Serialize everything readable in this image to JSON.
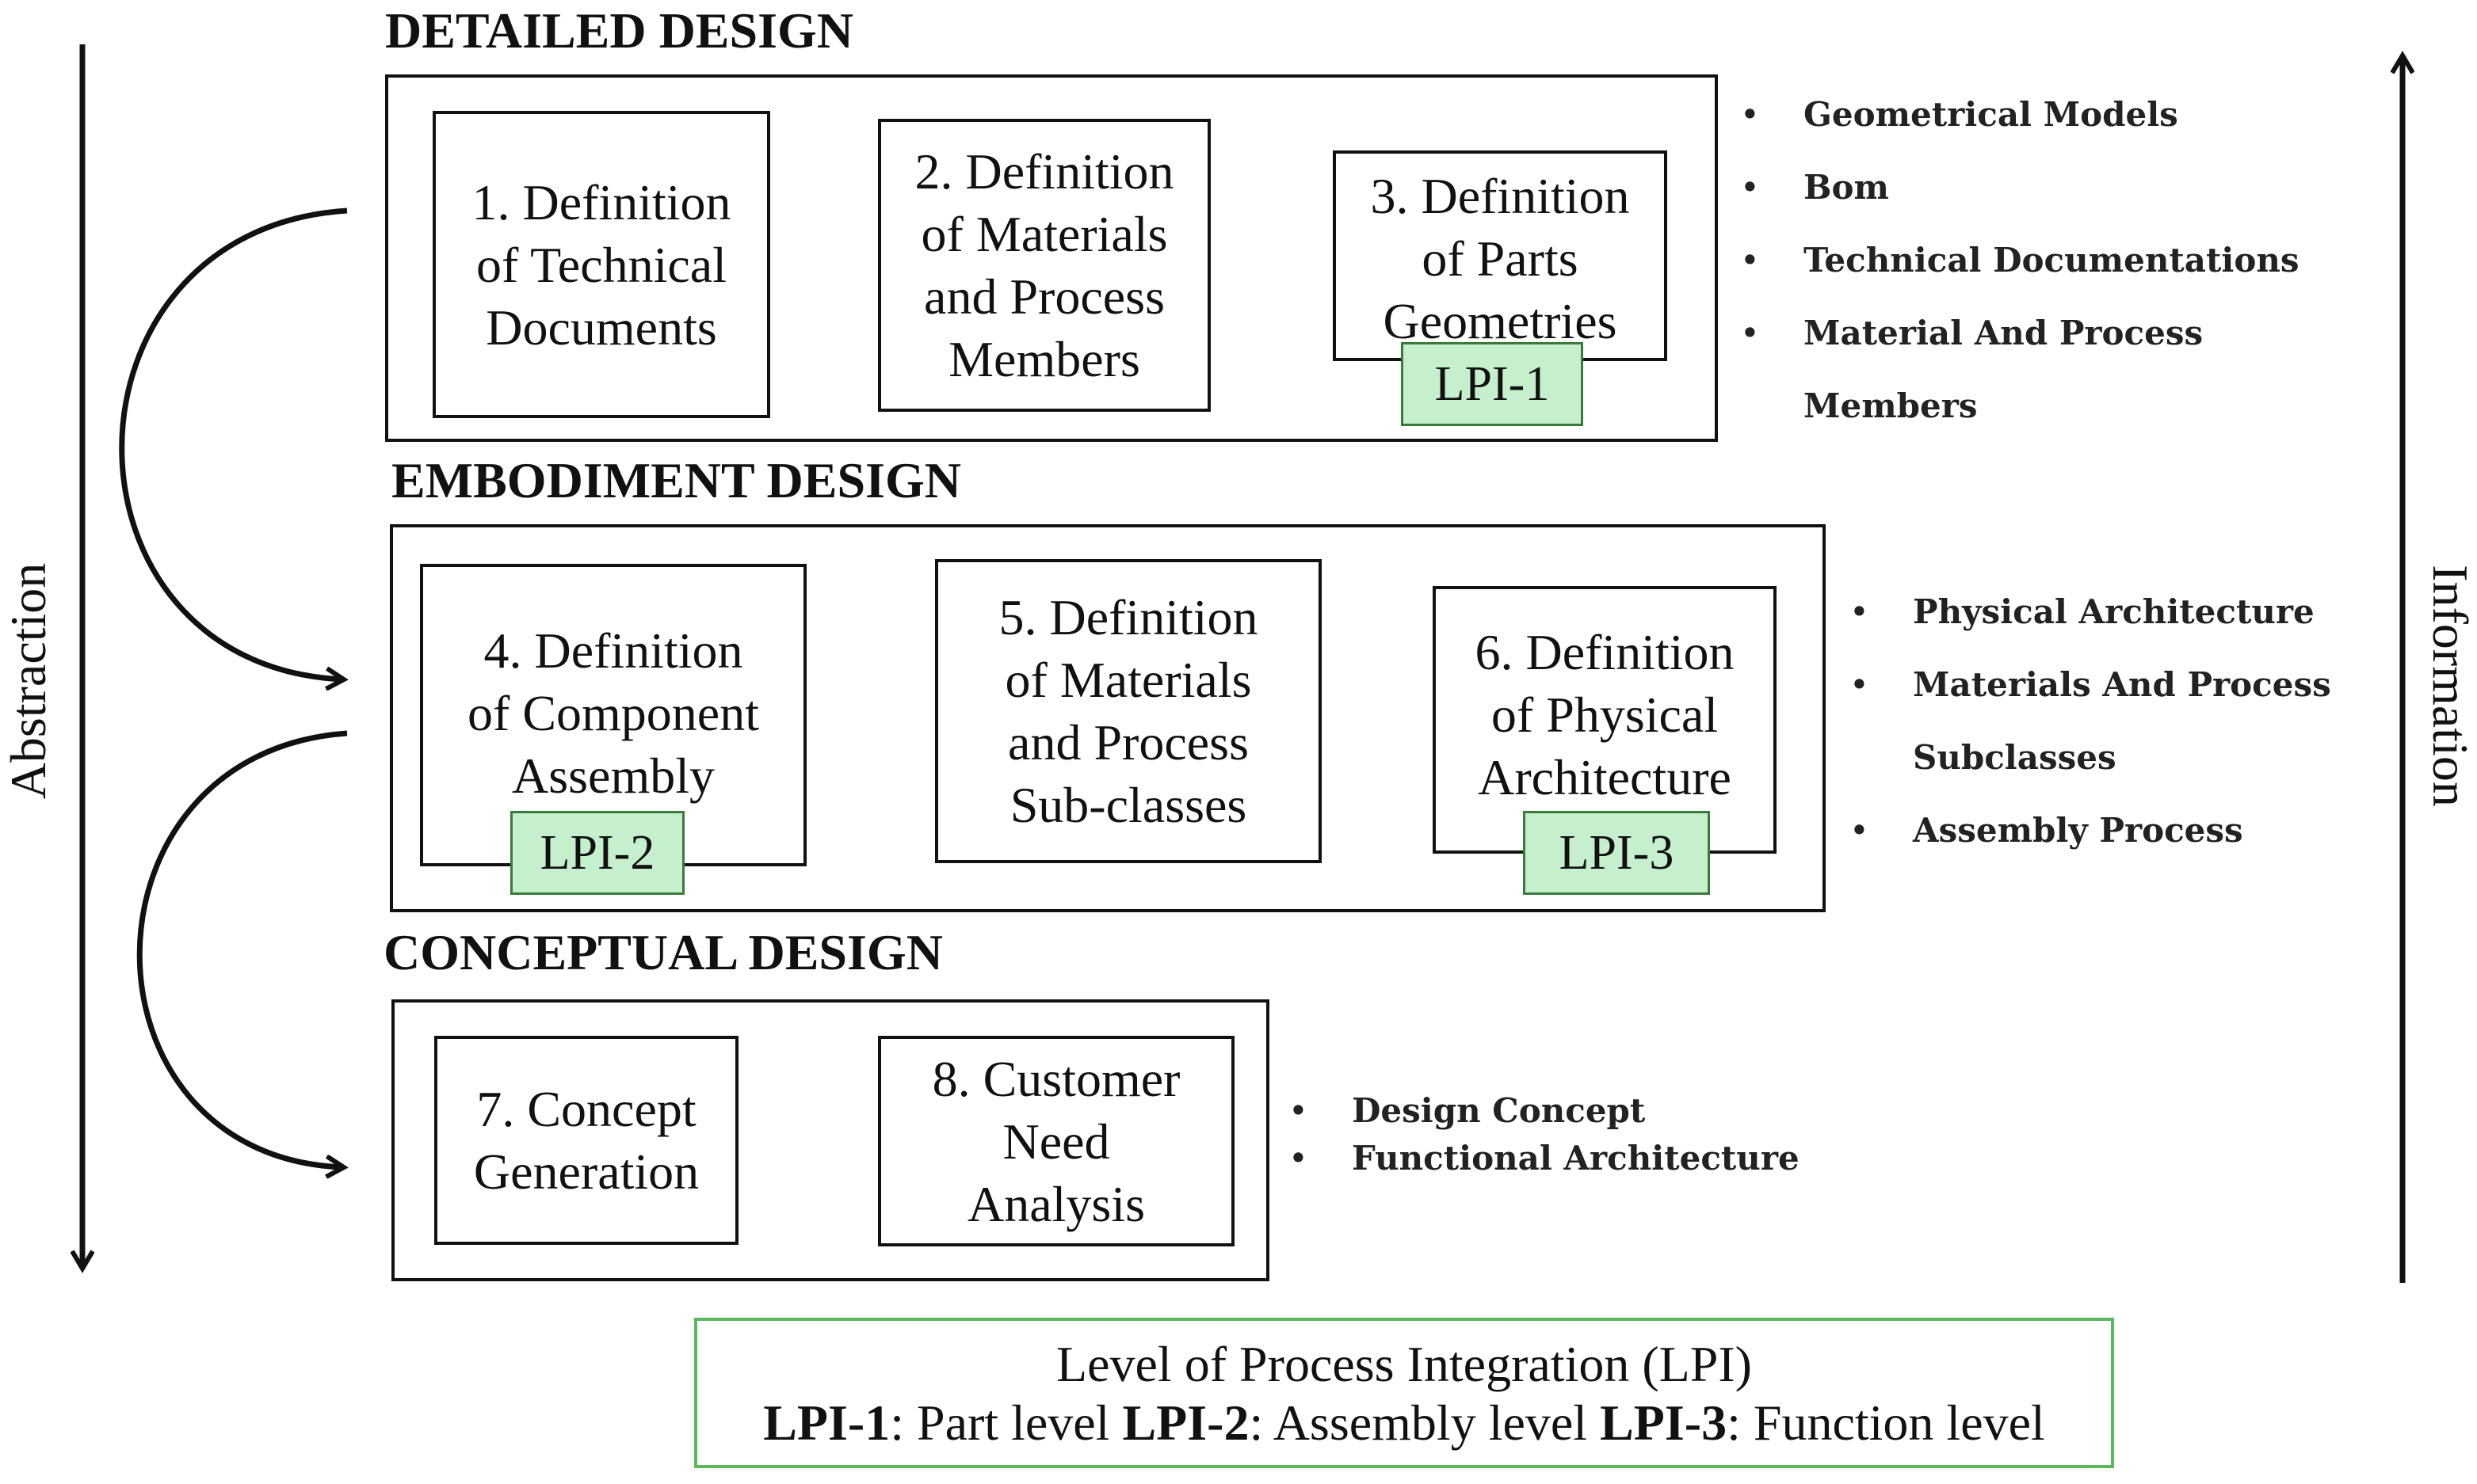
{
  "sections": {
    "detailed": {
      "title": "DETAILED DESIGN",
      "boxes": [
        "1. Definition\nof Technical\nDocuments",
        "2. Definition\nof Materials\nand Process\nMembers",
        "3. Definition\nof Parts\nGeometries"
      ],
      "lpi": "LPI-1",
      "information": [
        "Geometrical Models",
        "Bom",
        "Technical Documentations",
        "Material And Process",
        "Members"
      ]
    },
    "embodiment": {
      "title": "EMBODIMENT DESIGN",
      "boxes": [
        "4. Definition\nof Component\nAssembly",
        "5. Definition\nof Materials\nand Process\nSub-classes",
        "6. Definition\nof Physical\nArchitecture"
      ],
      "lpi_a": "LPI-2",
      "lpi_b": "LPI-3",
      "information": [
        "Physical Architecture",
        "Materials And Process",
        "Subclasses",
        "Assembly Process"
      ]
    },
    "conceptual": {
      "title": "CONCEPTUAL DESIGN",
      "boxes": [
        "7. Concept\nGeneration",
        "8. Customer\nNeed\nAnalysis"
      ],
      "information": [
        "Design Concept",
        "Functional Architecture"
      ]
    }
  },
  "axes": {
    "left": "Abstraction",
    "right": "Information"
  },
  "legend": {
    "title": "Level of Process Integration (LPI)",
    "lpi1_key": "LPI-1",
    "lpi1_text": ": Part level ",
    "lpi2_key": "LPI-2",
    "lpi2_text": ": Assembly level ",
    "lpi3_key": "LPI-3",
    "lpi3_text": ": Function level"
  },
  "colors": {
    "lpi_fill": "#c6efce",
    "legend_border": "#5cb85c",
    "line": "#111111"
  }
}
